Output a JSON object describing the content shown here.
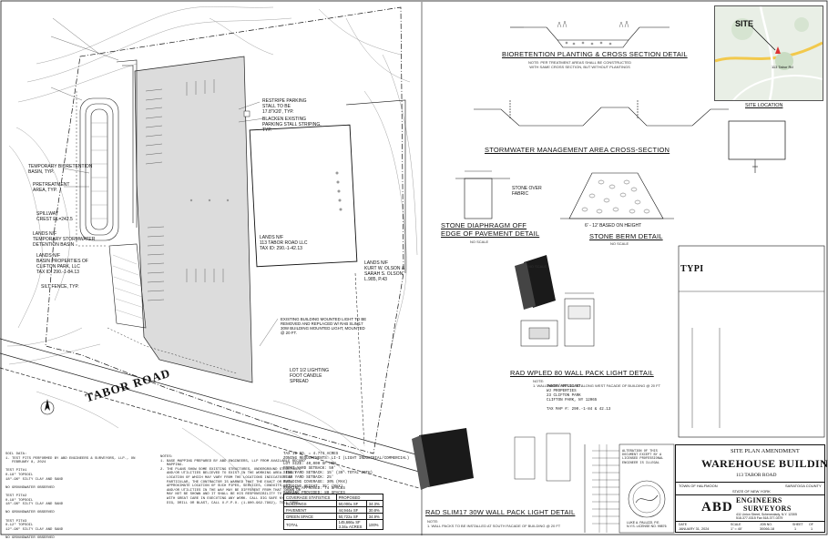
{
  "site_plan": {
    "road_name": "TABOR ROAD",
    "lands_now_1": "LANDS N/F\n113 TABOR ROAD LLC\nTAX ID: 290.-1-42.13",
    "lands_now_2": "LANDS N/F\nKURT W. OLSON &\nSARAH S. OLSON\nL.985, P.43",
    "lands_now_3": "LANDS N/F\nBASIN PROPERTIES OF\nCLIFTON PARK, LLC\nTAX ID: 290.-1-84.13",
    "callout_bioretention": "TEMPORARY BIORETENTION\nBASIN, TYP.",
    "callout_pretreatment": "PRETREATMENT\nAREA, TYP.",
    "callout_spillway": "SPILLWAY\nCREST EL=242.5",
    "callout_stormwater": "LANDS N/F\nTEMPORARY STORMWATER\nDETENTION BASIN",
    "callout_existing": "EXISTING BUILDING MOUNTED LIGHT TO BE\nREMOVED AND REPLACED W/ RAB SLIM17\n30W BUILDING MOUNTED LIGHT, MOUNTED\n@ 20 FT.",
    "callout_parking": "RESTRIPE PARKING\nSTALL TO BE\n17.8\"X20', TYP.",
    "callout_blacken": "BLACKEN EXISTING\nPARKING STALL STRIPING,\nTYP.",
    "callout_silt": "SILT FENCE, TYP.",
    "callout_lot": "LOT 1/2 LIGHTING\nFOOT CANDLE\nSPREAD"
  },
  "details": {
    "bioretention_title": "BIORETENTION PLANTING & CROSS SECTION DETAIL",
    "bioretention_note": "NOTE: PER TREATMENT AREAS SHALL BE CONSTRUCTED\nWITH SAME CROSS SECTION, BUT WITHOUT PLANTINGS",
    "stormwater_title": "STORMWATER MANAGEMENT AREA CROSS-SECTION",
    "stone_diaphragm_title": "STONE DIAPHRAGM OFF\nEDGE OF PAVEMENT DETAIL",
    "stone_berm_title": "STONE BERM DETAIL",
    "wall_pack_80_title": "RAD WPLED 80 WALL PACK LIGHT DETAIL",
    "wall_pack_80_note": "NOTE:\n1. WALL PACKS INSTALLED ALONG WEST FACADE OF BUILDING @ 20 FT",
    "slim17_title": "RAD SLIM17 30W WALL PACK LIGHT DETAIL",
    "slim17_note": "NOTE:\n1. WALL PACKS TO BE INSTALLED AT SOUTH FACADE OF BUILDING @ 20 FT",
    "no_scale": "NO SCALE",
    "typical_label": "TYPI",
    "stone_fabric": "STONE OVER\nFABRIC",
    "berm_range": "6' - 12' BASED ON HEIGHT"
  },
  "site_location": {
    "label": "SITE LOCATION",
    "map_site": "SITE",
    "map_road": "113 Tabor Rd"
  },
  "coverage": {
    "title": "COVERAGE STATISTICS",
    "proposed_header": "PROPOSED",
    "rows": [
      {
        "label": "BUILDINGS",
        "value": "50,000± SF",
        "pct": "34.3%"
      },
      {
        "label": "PAVEMENT",
        "value": "44,944± SF",
        "pct": "30.8%"
      },
      {
        "label": "GREEN SPACE",
        "value": "50,722± SF",
        "pct": "34.9%"
      },
      {
        "label": "TOTAL",
        "value": "145,666± SF\n3.34± ACRES",
        "pct": "100%"
      }
    ]
  },
  "zoning": {
    "lot_info": "LOT SIZE: 40,000 SF MIN.\nFRONT YARD SETBACK: 50'\nSIDE YARD SETBACK: 15' (30' TOTAL BOTH)\nREAR YARD SETBACK: 25'\nBUILDING COVERAGE: 30% (MAX)\nBUILDING HEIGHT: 35' (MAX)",
    "parking": "PARKING APPROVED: 74 SPACES\nPARKING PROVIDED: 80 SPACES",
    "tax_map": "TAX ID NO. = 4.774 ACRES",
    "zoning_label": "ZONING REQUIREMENTS: LI-I (LIGHT INDUSTRIAL/COMMERCIAL)"
  },
  "notes": {
    "soil_data": "SOIL DATA:\n1. TEST PITS PERFORMED BY ABD ENGINEERS & SURVEYORS, LLP., ON\n   FEBRUARY 8, 2024\n\nTEST PIT#1\n0-18\" TOPSOIL\n18\"-96\" SILTY CLAY AND SAND\n\nNO GROUNDWATER OBSERVED\n\nTEST PIT#2\n0-18\" TOPSOIL\n18\"-96\" SILTY CLAY AND SAND\n\nNO GROUNDWATER OBSERVED\n\nTEST PIT#3\n0-12\" TOPSOIL\n12\"-96\" SILTY CLAY AND SAND\n\nNO GROUNDWATER OBSERVED",
    "general": "NOTES:\n1. BASE MAPPING PREPARED BY ABD ENGINEERS, LLP FROM AVAILABLE RECORD\n   MAPPING.\n2. THE PLANS SHOW SOME EXISTING STRUCTURES, UNDERGROUND STRUCTURES\n   AND/OR UTILITIES BELIEVED TO EXIST IN THE WORKING AREA. EXACT\n   LOCATION OF WHICH MAY VARY FROM THE LOCATIONS INDICATED. IN\n   PARTICULAR, THE CONTRACTOR IS WARNED THAT THE EXACT OR EVEN\n   APPROXIMATE LOCATION OF SUCH PIPES, SERVICES, CONDUITS, ETC.\n   AND/OR UTILITIES IN THE WAY MAY BE DIFFERENT FROM THAT SHOWN OR\n   MAY NOT BE SHOWN AND IT SHALL BE HIS RESPONSIBILITY TO PROCEED\n   WITH GREAT CARE IN EXECUTING ANY WORK. CALL DIG SAFE NY\n   DIG, DRILL OR BLAST, CALL U.F.P.O. (1-800-962-7962), TOLL FREE."
  },
  "owner": {
    "text": "OWNER/APPLICANT:\nWJ PROPERTIES\n23 CLIFTON PARK\nCLIFTON PARK, NY 12065\n\nTAX MAP #: 290.-1-84 & 42.13"
  },
  "title_block": {
    "plan_type": "SITE PLAN AMENDMENT",
    "project": "WAREHOUSE BUILDING",
    "address": "113 TABOR ROAD",
    "town": "TOWN OF HALFMOON",
    "county": "SARATOGA COUNTY",
    "state": "STATE OF NEW YORK",
    "firm_initials": "ABD",
    "firm_line1": "ENGINEERS",
    "firm_line2": "SURVEYORS",
    "firm_address": "411 Union Street, Schenectady, N.Y. 12305\n518-377-0315 Fax 518-377-0379",
    "engineer": "LUKE A. PALUZZI, P.E.\nN.Y.S. LICENSE NO. 99876",
    "date_label": "DATE",
    "date": "JANUARY 31, 2024",
    "scale_label": "SCALE",
    "scale": "1\" = 40'",
    "job_label": "JOB NO.",
    "job": "30066-18",
    "sheet_label": "SHEET",
    "sheet": "1",
    "of_label": "OF",
    "of": "1",
    "alteration_note": "ALTERATION OF THIS\nDOCUMENT EXCEPT BY A\nLICENSED PROFESSIONAL\nENGINEER IS ILLEGAL"
  }
}
